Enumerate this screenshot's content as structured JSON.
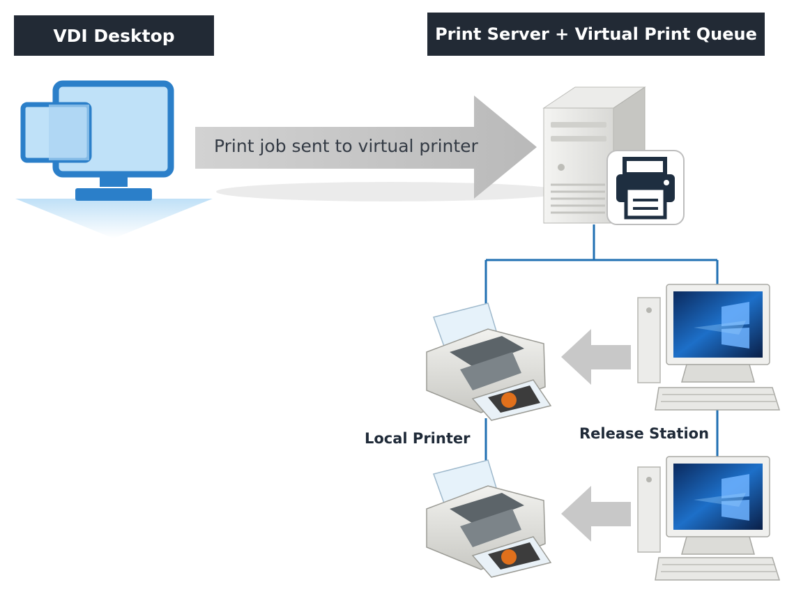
{
  "titles": {
    "vdi_desktop": "VDI Desktop",
    "print_server": "Print Server + Virtual Print Queue"
  },
  "arrow": {
    "label": "Print job sent to virtual printer"
  },
  "labels": {
    "local_printer": "Local Printer",
    "release_station": "Release Station"
  },
  "icons": {
    "vdi": "monitor-icon",
    "server": "server-tower-icon",
    "virtual_printer": "printer-icon",
    "printers": "inkjet-printer-icon",
    "stations": "desktop-computer-icon"
  },
  "colors": {
    "title_bg": "#222a35",
    "connector": "#1f6fb2",
    "monitor_blue": "#2b7fc9",
    "arrow_gray": "#c3c3c3"
  }
}
